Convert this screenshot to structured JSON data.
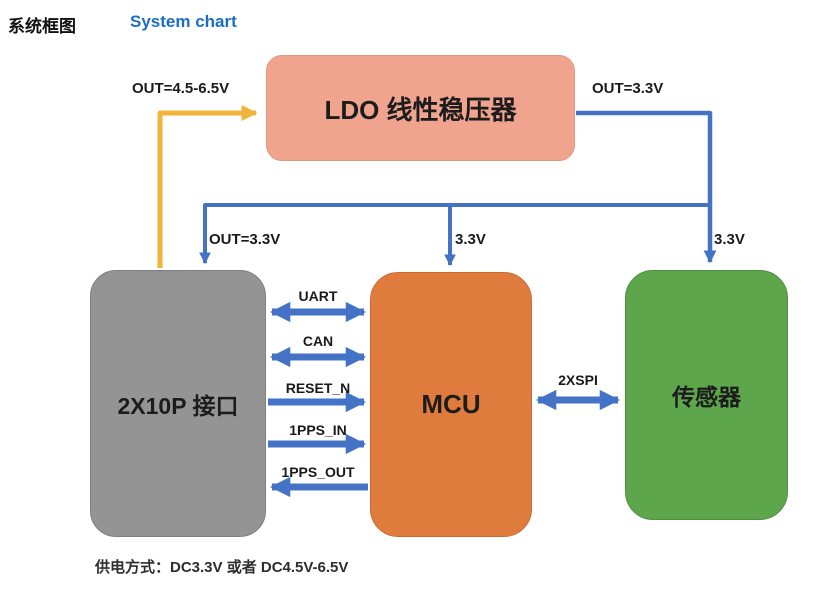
{
  "page": {
    "title_zh": "系统框图",
    "title_en": "System chart",
    "footer": "供电方式：DC3.3V 或者 DC4.5V-6.5V"
  },
  "colors": {
    "arrow_blue": "#4472c4",
    "arrow_yellow": "#f1b33b",
    "title_en_blue": "#1b6dc9"
  },
  "nodes": {
    "ldo": {
      "label": "LDO 线性稳压器",
      "fill": "#f0a48e"
    },
    "connector": {
      "label": "2X10P 接口",
      "fill": "#949494"
    },
    "mcu": {
      "label": "MCU",
      "fill": "#e07b3e"
    },
    "sensor": {
      "label": "传感器",
      "fill": "#5da64c"
    }
  },
  "wire_labels": {
    "out_high": "OUT=4.5-6.5V",
    "ldo_out": "OUT=3.3V",
    "connector_33": "OUT=3.3V",
    "mcu_33": "3.3V",
    "sensor_33": "3.3V",
    "uart": "UART",
    "can": "CAN",
    "reset_n": "RESET_N",
    "pps_in": "1PPS_IN",
    "pps_out": "1PPS_OUT",
    "spi": "2XSPI"
  }
}
